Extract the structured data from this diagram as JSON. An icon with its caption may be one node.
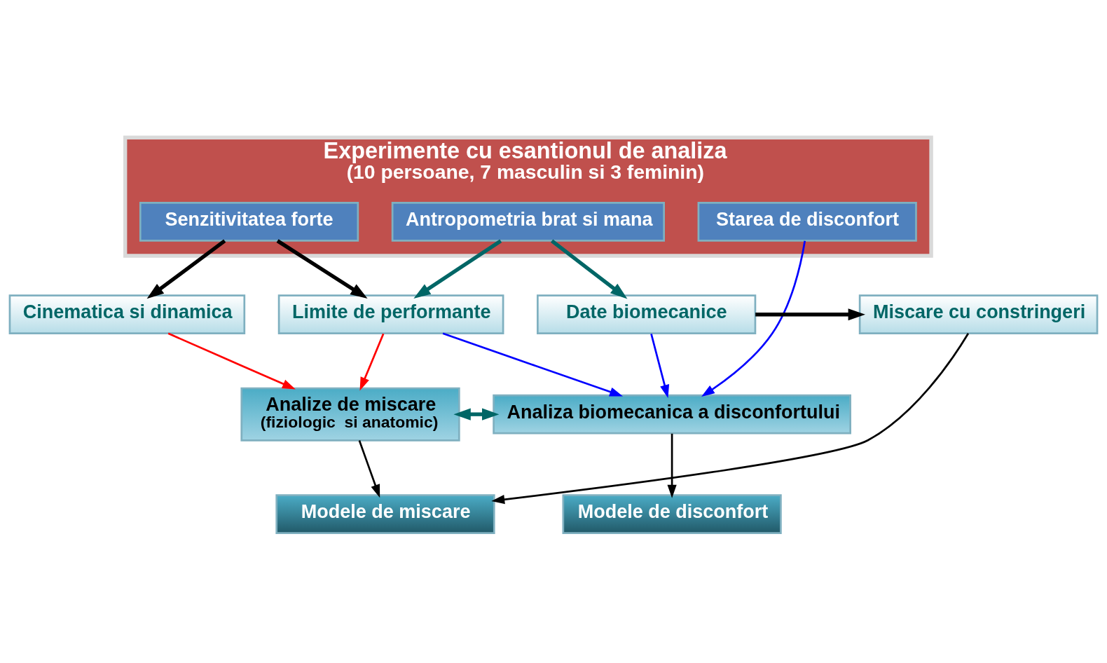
{
  "diagram": {
    "nodes": [
      {
        "text": [
          "Experimente cu esantionul de analiza",
          "(10 persoane, 7 masculin si 3 feminin)"
        ]
      },
      {
        "text": [
          "Antropometria brat si mana"
        ],
        "in": 0
      },
      {
        "text": [
          "Starea de disconfort"
        ],
        "in": 0
      },
      {
        "text": [
          "Senzitivitatea forte"
        ],
        "in": 0
      },
      {
        "text": [
          "Date biomecanice"
        ]
      },
      {
        "text": [
          "Miscare cu constringeri"
        ]
      },
      {
        "text": [
          "Cinematica si dinamica"
        ]
      },
      {
        "text": [
          "Limite de performante"
        ]
      },
      {
        "text": [
          "Analize de miscare",
          "(fiziologic  si anatomic)"
        ]
      },
      {
        "text": [
          "Analiza biomecanica a disconfortului"
        ]
      },
      {
        "text": [
          "Modele de miscare"
        ]
      },
      {
        "text": [
          "Modele de disconfort"
        ]
      }
    ],
    "edges": [
      {
        "from": 1,
        "to": 4,
        "arrow": "to",
        "style": "thick",
        "color": "#006666"
      },
      {
        "from": 1,
        "to": 7,
        "arrow": "to",
        "style": "thick",
        "color": "#006666"
      },
      {
        "from": 2,
        "to": 9,
        "arrow": "to",
        "color": "#0000ff"
      },
      {
        "from": 3,
        "to": 6,
        "arrow": "to",
        "style": "thick"
      },
      {
        "from": 3,
        "to": 7,
        "arrow": "to",
        "style": "thick"
      },
      {
        "from": 6,
        "to": 8,
        "arrow": "to",
        "color": "#ff0000"
      },
      {
        "from": 7,
        "to": 8,
        "arrow": "to",
        "color": "#ff0000"
      },
      {
        "from": 4,
        "to": 5,
        "arrow": "to",
        "style": "thick"
      },
      {
        "from": 4,
        "to": 9,
        "arrow": "to",
        "color": "#0000ff"
      },
      {
        "from": 7,
        "to": 9,
        "arrow": "to",
        "color": "#0000ff"
      },
      {
        "from": 5,
        "to": 10,
        "arrow": "to"
      },
      {
        "from": 8,
        "to": 9,
        "arrow": "both",
        "style": "thick",
        "color": "#006666"
      },
      {
        "from": 8,
        "to": 10,
        "arrow": "to"
      },
      {
        "from": 9,
        "to": 11,
        "arrow": "to"
      }
    ]
  }
}
